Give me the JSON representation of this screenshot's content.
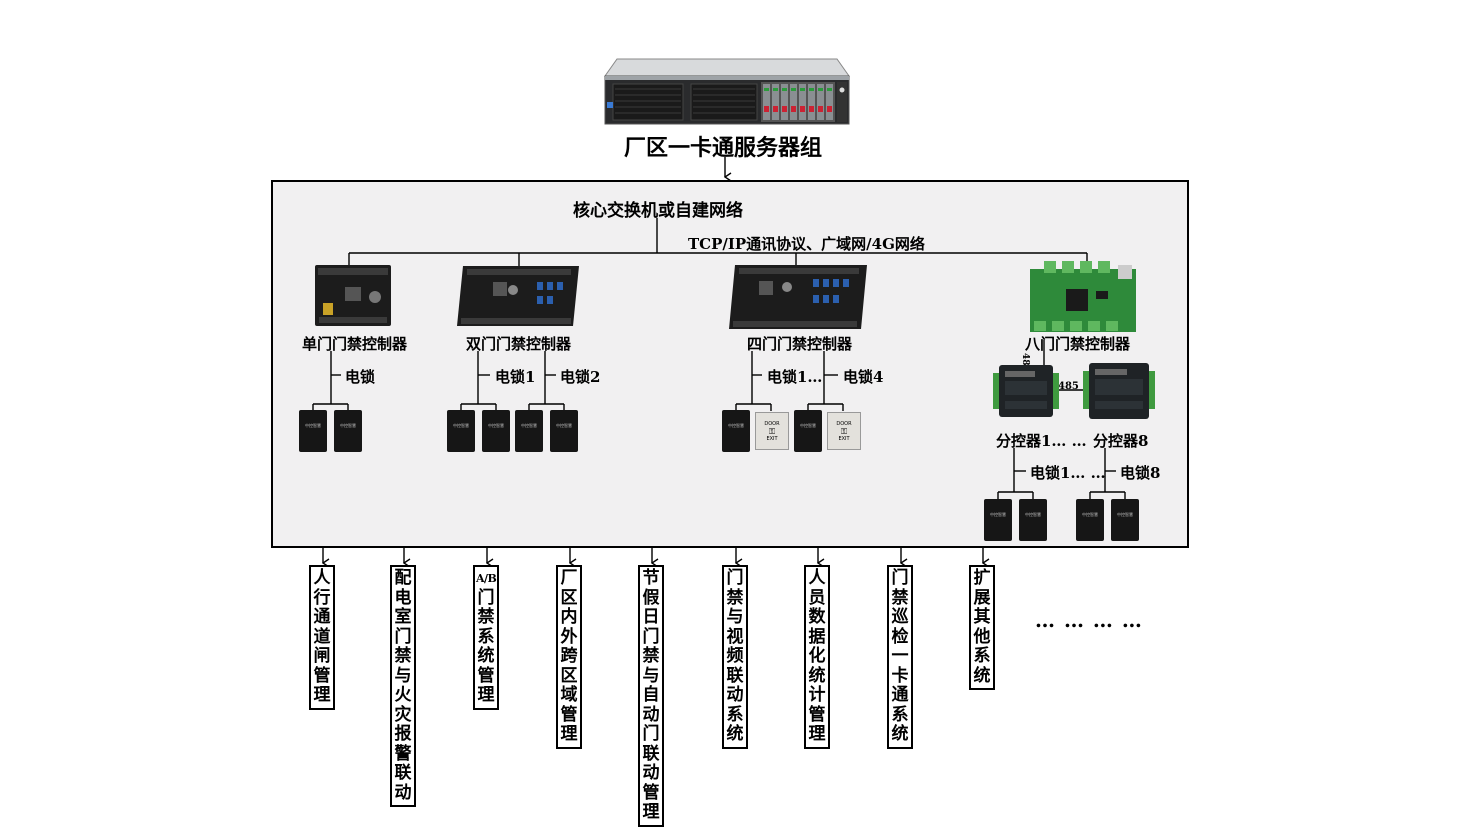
{
  "server": {
    "title": "厂区一卡通服务器组"
  },
  "network": {
    "core": "核心交换机或自建网络",
    "protocol": "TCP/IP通讯协议、广域网/4G网络"
  },
  "controllers": [
    {
      "name": "单门门禁控制器",
      "locks": [
        "电锁"
      ]
    },
    {
      "name": "双门门禁控制器",
      "locks": [
        "电锁1",
        "电锁2"
      ]
    },
    {
      "name": "四门门禁控制器",
      "locks": [
        "电锁1…",
        "电锁4"
      ]
    },
    {
      "name": "八门门禁控制器",
      "bus": "485",
      "sub_controllers": [
        "分控器1… …",
        "分控器8"
      ],
      "locks": [
        "电锁1… …",
        "电锁8"
      ]
    }
  ],
  "reader": {
    "brand": "中控智慧"
  },
  "exit_button": {
    "line1": "DOOR",
    "line2": "EXIT"
  },
  "subsystems": [
    "人行通道闸管理",
    "配电室门禁与火灾报警联动",
    "A/B门禁系统管理",
    "厂区内外跨区域管理",
    "节假日门禁与自动门联动管理",
    "门禁与视频联动系统",
    "人员数据化统计管理",
    "门禁巡检一卡通系统",
    "扩展其他系统"
  ],
  "ellipsis": "… … … …",
  "colors": {
    "frame_bg": "#f1f0f1",
    "board_green": "#2e8a3a",
    "board_black": "#1c1c1c",
    "server_silver": "#bfc3c6"
  }
}
